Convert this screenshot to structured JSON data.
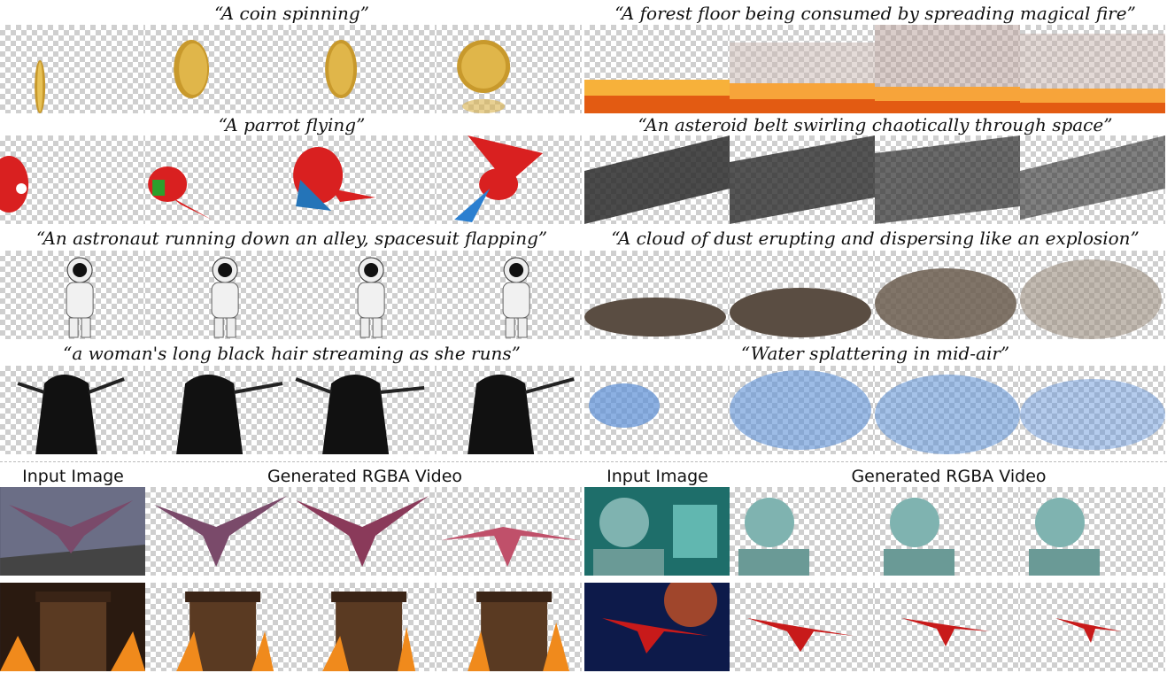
{
  "captions": {
    "coin": "“A coin spinning”",
    "fire": "“A forest floor being consumed by spreading magical fire”",
    "parrot": "“A parrot flying”",
    "asteroid": "“An asteroid belt swirling chaotically through space”",
    "astronaut": "“An astronaut running down an alley, spacesuit flapping”",
    "dust": "“A cloud of dust erupting and dispersing like an explosion”",
    "hair": "“a woman's long black hair streaming as she runs”",
    "water": "“Water splattering in mid-air”"
  },
  "labels": {
    "input_left": "Input Image",
    "generated_left": "Generated RGBA Video",
    "input_right": "Input Image",
    "generated_right": "Generated RGBA Video"
  },
  "colors": {
    "checker": "#cfcfcf",
    "coin": "#d4a937",
    "fire": "#f08a1c",
    "parrot": "#d92020",
    "asteroid": "#2b2b2b",
    "dust": "#6b5d4f",
    "water": "#5b8fd6",
    "robot": "#7fb3b0",
    "jet": "#c81a1a"
  }
}
